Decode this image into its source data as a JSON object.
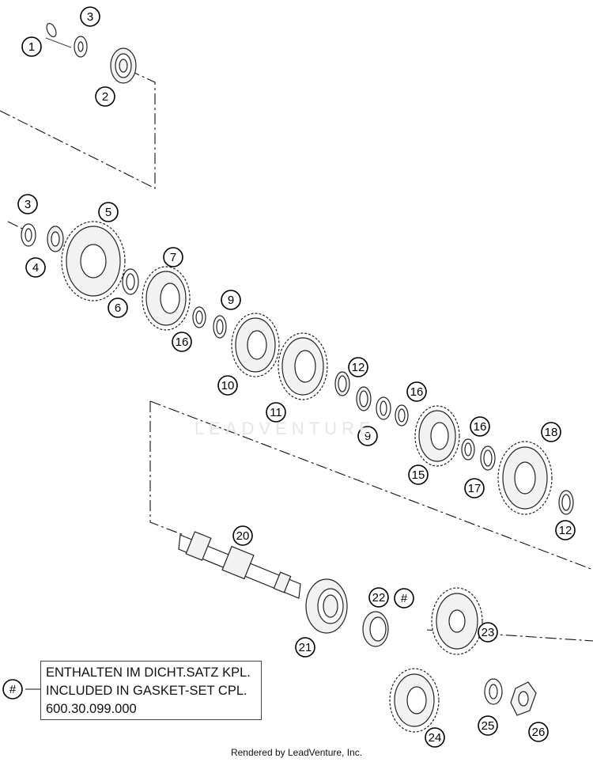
{
  "callouts": [
    {
      "label": "1"
    },
    {
      "label": "2"
    },
    {
      "label": "3"
    },
    {
      "label": "3"
    },
    {
      "label": "4"
    },
    {
      "label": "5"
    },
    {
      "label": "6"
    },
    {
      "label": "7"
    },
    {
      "label": "9"
    },
    {
      "label": "9"
    },
    {
      "label": "10"
    },
    {
      "label": "11"
    },
    {
      "label": "12"
    },
    {
      "label": "12"
    },
    {
      "label": "15"
    },
    {
      "label": "16"
    },
    {
      "label": "16"
    },
    {
      "label": "16"
    },
    {
      "label": "17"
    },
    {
      "label": "18"
    },
    {
      "label": "20"
    },
    {
      "label": "21"
    },
    {
      "label": "22"
    },
    {
      "label": "#"
    },
    {
      "label": "23"
    },
    {
      "label": "24"
    },
    {
      "label": "25"
    },
    {
      "label": "26"
    },
    {
      "label": "#"
    }
  ],
  "note": {
    "line1": "ENTHALTEN IM DICHT.SATZ KPL.",
    "line2": "INCLUDED IN GASKET-SET CPL.",
    "line3": "600.30.099.000"
  },
  "watermark": "LEADVENTURE",
  "footer": "Rendered by LeadVenture, Inc."
}
